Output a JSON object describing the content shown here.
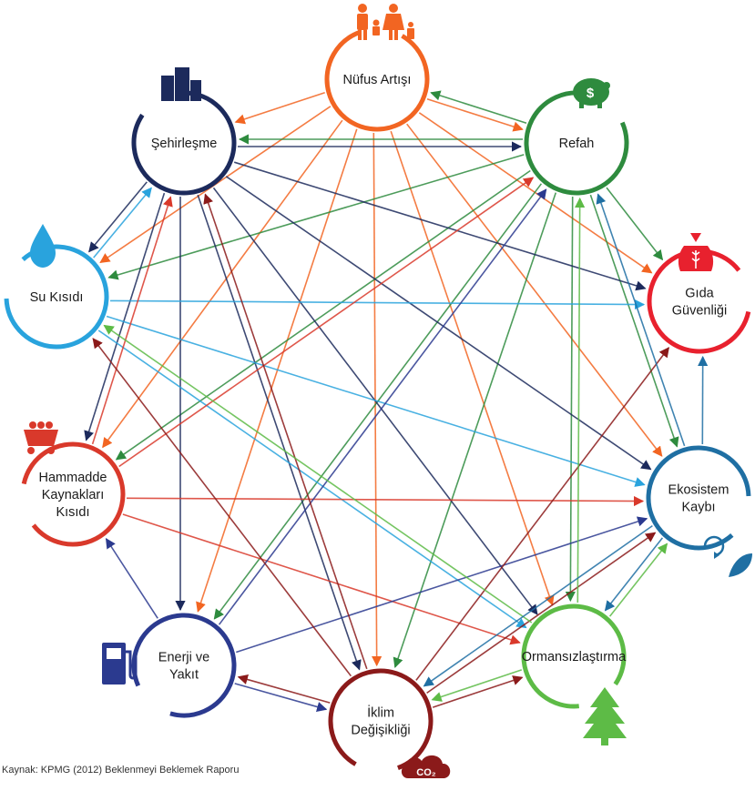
{
  "nodes": [
    {
      "id": "nufus",
      "label": [
        "Nüfus Artışı"
      ],
      "color": "#f26522",
      "icon": "family-icon"
    },
    {
      "id": "refah",
      "label": [
        "Refah"
      ],
      "color": "#2e8b3e",
      "icon": "piggy-bank-icon"
    },
    {
      "id": "gida",
      "label": [
        "Gıda",
        "Güvenliği"
      ],
      "color": "#e8212e",
      "icon": "grain-sack-icon"
    },
    {
      "id": "ekosistem",
      "label": [
        "Ekosistem",
        "Kaybı"
      ],
      "color": "#1f6fa3",
      "icon": "leaf-recycle-icon"
    },
    {
      "id": "orman",
      "label": [
        "Ormansızlaştırma"
      ],
      "color": "#5dbb46",
      "icon": "pine-tree-icon"
    },
    {
      "id": "iklim",
      "label": [
        "İklim",
        "Değişikliği"
      ],
      "color": "#8b1a1a",
      "icon": "co2-cloud-icon"
    },
    {
      "id": "enerji",
      "label": [
        "Enerji ve",
        "Yakıt"
      ],
      "color": "#2b3a8f",
      "icon": "fuel-pump-icon"
    },
    {
      "id": "hammadde",
      "label": [
        "Hammadde",
        "Kaynakları",
        "Kısıdı"
      ],
      "color": "#d9392b",
      "icon": "mine-cart-icon"
    },
    {
      "id": "su",
      "label": [
        "Su Kısıdı"
      ],
      "color": "#29a3dd",
      "icon": "water-drop-icon"
    },
    {
      "id": "sehir",
      "label": [
        "Şehirleşme"
      ],
      "color": "#1c2a5c",
      "icon": "city-buildings-icon"
    }
  ],
  "edges": [
    [
      "nufus",
      "sehir"
    ],
    [
      "nufus",
      "refah"
    ],
    [
      "nufus",
      "gida"
    ],
    [
      "nufus",
      "ekosistem"
    ],
    [
      "nufus",
      "orman"
    ],
    [
      "nufus",
      "iklim"
    ],
    [
      "nufus",
      "enerji"
    ],
    [
      "nufus",
      "hammadde"
    ],
    [
      "nufus",
      "su"
    ],
    [
      "refah",
      "nufus"
    ],
    [
      "refah",
      "sehir"
    ],
    [
      "refah",
      "gida"
    ],
    [
      "refah",
      "ekosistem"
    ],
    [
      "refah",
      "orman"
    ],
    [
      "refah",
      "iklim"
    ],
    [
      "refah",
      "enerji"
    ],
    [
      "refah",
      "hammadde"
    ],
    [
      "refah",
      "su"
    ],
    [
      "sehir",
      "refah"
    ],
    [
      "sehir",
      "gida"
    ],
    [
      "sehir",
      "ekosistem"
    ],
    [
      "sehir",
      "orman"
    ],
    [
      "sehir",
      "iklim"
    ],
    [
      "sehir",
      "enerji"
    ],
    [
      "sehir",
      "hammadde"
    ],
    [
      "sehir",
      "su"
    ],
    [
      "su",
      "sehir"
    ],
    [
      "su",
      "ekosistem"
    ],
    [
      "su",
      "orman"
    ],
    [
      "su",
      "gida"
    ],
    [
      "hammadde",
      "ekosistem"
    ],
    [
      "hammadde",
      "orman"
    ],
    [
      "hammadde",
      "refah"
    ],
    [
      "hammadde",
      "sehir"
    ],
    [
      "enerji",
      "iklim"
    ],
    [
      "enerji",
      "ekosistem"
    ],
    [
      "enerji",
      "hammadde"
    ],
    [
      "enerji",
      "refah"
    ],
    [
      "iklim",
      "enerji"
    ],
    [
      "iklim",
      "gida"
    ],
    [
      "iklim",
      "orman"
    ],
    [
      "iklim",
      "su"
    ],
    [
      "iklim",
      "sehir"
    ],
    [
      "iklim",
      "ekosistem"
    ],
    [
      "orman",
      "iklim"
    ],
    [
      "orman",
      "ekosistem"
    ],
    [
      "orman",
      "refah"
    ],
    [
      "orman",
      "su"
    ],
    [
      "ekosistem",
      "gida"
    ],
    [
      "ekosistem",
      "refah"
    ],
    [
      "ekosistem",
      "orman"
    ],
    [
      "ekosistem",
      "iklim"
    ]
  ],
  "source": "Kaynak: KPMG (2012) Beklenmeyi Beklemek Raporu"
}
